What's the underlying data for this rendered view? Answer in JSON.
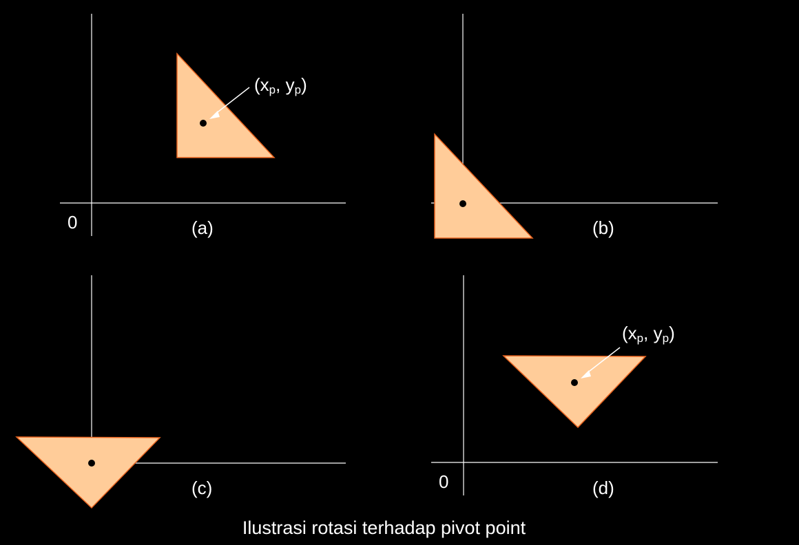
{
  "colors": {
    "background": "#000000",
    "axis": "#ffffff",
    "triangle_fill": "#ffcc99",
    "triangle_stroke": "#e8631f",
    "pivot_dot": "#000000",
    "text": "#ffffff"
  },
  "panels": {
    "a": {
      "label": "(a)",
      "origin": "0",
      "pivot_label_open": "(x",
      "pivot_sub_x": "p",
      "pivot_label_mid": ", y",
      "pivot_sub_y": "p",
      "pivot_label_close": ")"
    },
    "b": {
      "label": "(b)"
    },
    "c": {
      "label": "(c)"
    },
    "d": {
      "label": "(d)",
      "origin": "0",
      "pivot_label_open": "(x",
      "pivot_sub_x": "p",
      "pivot_label_mid": ", y",
      "pivot_sub_y": "p",
      "pivot_label_close": ")"
    }
  },
  "caption": "Ilustrasi rotasi terhadap pivot point"
}
